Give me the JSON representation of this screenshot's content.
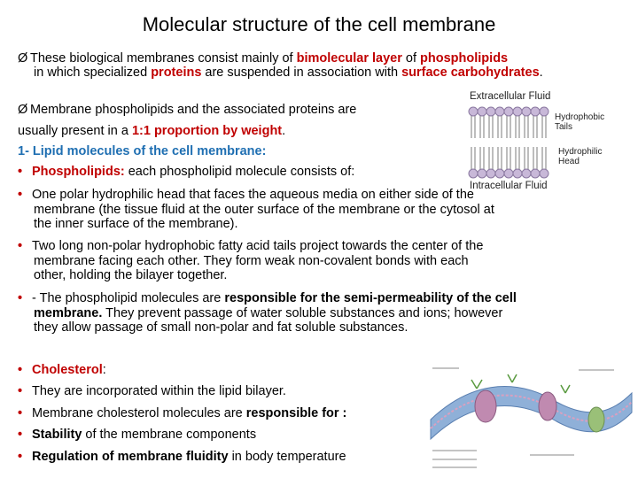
{
  "title": "Molecular structure of the cell membrane",
  "p1": {
    "marker": "Ø",
    "t1": "These biological membranes consist mainly of ",
    "r1": "bimolecular layer",
    "t2": " of ",
    "r2": "phospholipids",
    "t3": " in which specialized ",
    "r3": "proteins",
    "t4": " are suspended in association with ",
    "r4": "surface carbohydrates",
    "t5": "."
  },
  "p2": {
    "marker": "Ø",
    "t1": " Membrane phospholipids and the associated proteins are",
    "t2": "usually present in a ",
    "r1": "1:1 proportion by weight",
    "t3": "."
  },
  "h1": "1- Lipid molecules of the cell membrane:",
  "b1": {
    "label": "Phospholipids:",
    "text": " each phospholipid molecule consists of:"
  },
  "b2": {
    "l1": "One polar hydrophilic head that faces the aqueous media on either side of the",
    "l2": "membrane (the tissue fluid at the outer surface of the membrane or the cytosol at",
    "l3": "the inner surface of the membrane)."
  },
  "b3": {
    "l1": "Two long non-polar hydrophobic fatty acid tails project towards the center of the",
    "l2": "membrane facing each other. They form weak non-covalent bonds with each",
    "l3": "other, holding the bilayer together."
  },
  "b4": {
    "t1": "- The phospholipid molecules are ",
    "bold1": "responsible for the semi-permeability of the cell",
    "bold2": "membrane.",
    "t2": " They prevent passage of water soluble substances and ions; however",
    "l3": "they allow passage of small non-polar and fat soluble substances."
  },
  "c1": "Cholesterol",
  "c1colon": ":",
  "c2": "They are incorporated within the lipid bilayer.",
  "c3": {
    "t1": "Membrane cholesterol molecules are ",
    "bold": "responsible for :"
  },
  "c4": {
    "bold": "Stability",
    "t1": " of the membrane components"
  },
  "c5": {
    "bold": "Regulation of membrane fluidity",
    "t1": " in body temperature"
  },
  "bullet_char": "•",
  "fig1": {
    "extracellular": "Extracellular Fluid",
    "hydrophobic1": "Hydrophobic",
    "hydrophobic2": "Tails",
    "hydrophilic1": "Hydrophilic",
    "hydrophilic2": "Head",
    "intracellular": "Intracellular Fluid"
  },
  "colors": {
    "red": "#c00000",
    "blue": "#1f6fb2",
    "head": "#c8b8d8",
    "membrane": "#8fb0d8"
  }
}
